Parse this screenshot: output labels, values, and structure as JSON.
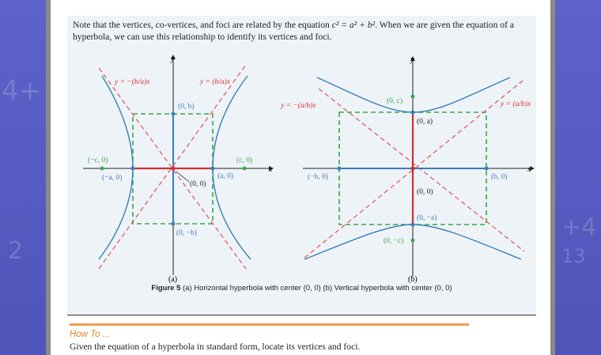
{
  "intro": {
    "part1": "Note that the vertices, co-vertices, and foci are related by the equation ",
    "eq": "c² = a² + b²",
    "part2": ". When we are given the equation of a hyperbola, we can use this relationship to identify its vertices and foci."
  },
  "figure_a": {
    "y_axis": "y",
    "x_axis": "x",
    "asym_neg": "y = −(b/a)x",
    "asym_pos": "y = (b/a)x",
    "label_0b": "(0, b)",
    "label_0mb": "(0, −b)",
    "label_mc0": "(−c, 0)",
    "label_ma0": "(−a, 0)",
    "label_c0": "(c, 0)",
    "label_a0": "(a, 0)",
    "label_00": "(0, 0)",
    "sub": "(a)"
  },
  "figure_b": {
    "y_axis": "y",
    "x_axis": "x",
    "asym_neg": "y = −(a/b)x",
    "asym_pos": "y = (a/b)x",
    "label_0c": "(0, c)",
    "label_0a": "(0, a)",
    "label_mb0": "(−b, 0)",
    "label_b0": "(b, 0)",
    "label_00": "(0, 0)",
    "label_0ma": "(0, −a)",
    "label_0mc": "(0, −c)",
    "sub": "(b)"
  },
  "caption": {
    "fig": "Figure 5",
    "text": " (a) Horizontal hyperbola with center (0, 0) (b) Vertical hyperbola with center (0, 0)"
  },
  "howto": {
    "title": "How To ...",
    "text": "Given the equation of a hyperbola in standard form, locate its vertices and foci."
  },
  "colors": {
    "curve": "#3a7fb8",
    "asymptote": "#e06060",
    "box": "#3aa84a",
    "accent": "#e8812a"
  }
}
